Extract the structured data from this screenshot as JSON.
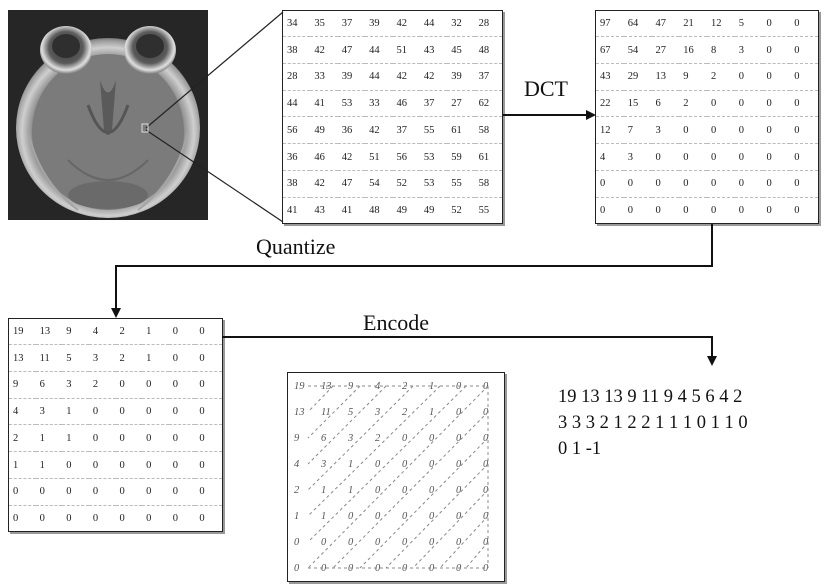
{
  "image": {
    "icon": "brain-mri-scan"
  },
  "labels": {
    "dct": "DCT",
    "quantize": "Quantize",
    "encode": "Encode"
  },
  "pixel_block": [
    [
      34,
      35,
      37,
      39,
      42,
      44,
      32,
      28
    ],
    [
      38,
      42,
      47,
      44,
      51,
      43,
      45,
      48
    ],
    [
      28,
      33,
      39,
      44,
      42,
      42,
      39,
      37
    ],
    [
      44,
      41,
      53,
      33,
      46,
      37,
      27,
      62
    ],
    [
      56,
      49,
      36,
      42,
      37,
      55,
      61,
      58
    ],
    [
      36,
      46,
      42,
      51,
      56,
      53,
      59,
      61
    ],
    [
      38,
      42,
      47,
      54,
      52,
      53,
      55,
      58
    ],
    [
      41,
      43,
      41,
      48,
      49,
      49,
      52,
      55
    ]
  ],
  "dct_block": [
    [
      97,
      64,
      47,
      21,
      12,
      5,
      0,
      0
    ],
    [
      67,
      54,
      27,
      16,
      8,
      3,
      0,
      0
    ],
    [
      43,
      29,
      13,
      9,
      2,
      0,
      0,
      0
    ],
    [
      22,
      15,
      6,
      2,
      0,
      0,
      0,
      0
    ],
    [
      12,
      7,
      3,
      0,
      0,
      0,
      0,
      0
    ],
    [
      4,
      3,
      0,
      0,
      0,
      0,
      0,
      0
    ],
    [
      0,
      0,
      0,
      0,
      0,
      0,
      0,
      0
    ],
    [
      0,
      0,
      0,
      0,
      0,
      0,
      0,
      0
    ]
  ],
  "quantized_block": [
    [
      19,
      13,
      9,
      4,
      2,
      1,
      0,
      0
    ],
    [
      13,
      11,
      5,
      3,
      2,
      1,
      0,
      0
    ],
    [
      9,
      6,
      3,
      2,
      0,
      0,
      0,
      0
    ],
    [
      4,
      3,
      1,
      0,
      0,
      0,
      0,
      0
    ],
    [
      2,
      1,
      1,
      0,
      0,
      0,
      0,
      0
    ],
    [
      1,
      1,
      0,
      0,
      0,
      0,
      0,
      0
    ],
    [
      0,
      0,
      0,
      0,
      0,
      0,
      0,
      0
    ],
    [
      0,
      0,
      0,
      0,
      0,
      0,
      0,
      0
    ]
  ],
  "zigzag_block": [
    [
      19,
      13,
      9,
      4,
      2,
      1,
      0,
      0
    ],
    [
      13,
      11,
      5,
      3,
      2,
      1,
      0,
      0
    ],
    [
      9,
      6,
      3,
      2,
      0,
      0,
      0,
      0
    ],
    [
      4,
      3,
      1,
      0,
      0,
      0,
      0,
      0
    ],
    [
      2,
      1,
      1,
      0,
      0,
      0,
      0,
      0
    ],
    [
      1,
      1,
      0,
      0,
      0,
      0,
      0,
      0
    ],
    [
      0,
      0,
      0,
      0,
      0,
      0,
      0,
      0
    ],
    [
      0,
      0,
      0,
      0,
      0,
      0,
      0,
      0
    ]
  ],
  "encoded_sequence": [
    "19 13 13 9 11 9 4 5 6 4 2",
    "3 3 3 2 1 2 2 1 1 1 0 1 1 0",
    "0 1  -1"
  ]
}
